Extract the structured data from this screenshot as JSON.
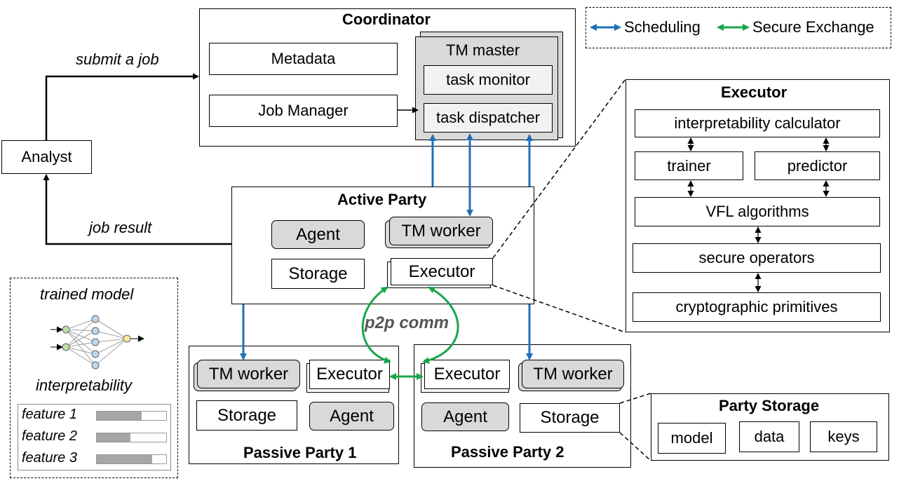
{
  "legend": {
    "scheduling": "Scheduling",
    "secure_exchange": "Secure Exchange",
    "scheduling_color": "#1f6fb8",
    "secure_color": "#1aa64a"
  },
  "coordinator": {
    "title": "Coordinator",
    "metadata": "Metadata",
    "job_manager": "Job Manager",
    "tm_master": {
      "title": "TM master",
      "task_monitor": "task monitor",
      "task_dispatcher": "task dispatcher"
    }
  },
  "analyst": {
    "label": "Analyst",
    "submit": "submit a job",
    "result": "job result"
  },
  "active_party": {
    "title": "Active Party",
    "agent": "Agent",
    "tm_worker": "TM worker",
    "storage": "Storage",
    "executor": "Executor"
  },
  "executor_detail": {
    "title": "Executor",
    "calculator": "interpretability calculator",
    "trainer": "trainer",
    "predictor": "predictor",
    "vfl": "VFL algorithms",
    "secure_ops": "secure operators",
    "crypto": "cryptographic primitives"
  },
  "p2p": "p2p comm",
  "passive1": {
    "title": "Passive Party 1",
    "tm_worker": "TM worker",
    "executor": "Executor",
    "storage": "Storage",
    "agent": "Agent"
  },
  "passive2": {
    "title": "Passive Party 2",
    "executor": "Executor",
    "tm_worker": "TM worker",
    "agent": "Agent",
    "storage": "Storage"
  },
  "party_storage": {
    "title": "Party Storage",
    "model": "model",
    "data": "data",
    "keys": "keys"
  },
  "model_panel": {
    "trained_model": "trained model",
    "interpretability": "interpretability",
    "features": [
      {
        "name": "feature 1",
        "value": 0.65
      },
      {
        "name": "feature 2",
        "value": 0.48
      },
      {
        "name": "feature 3",
        "value": 0.8
      }
    ]
  }
}
